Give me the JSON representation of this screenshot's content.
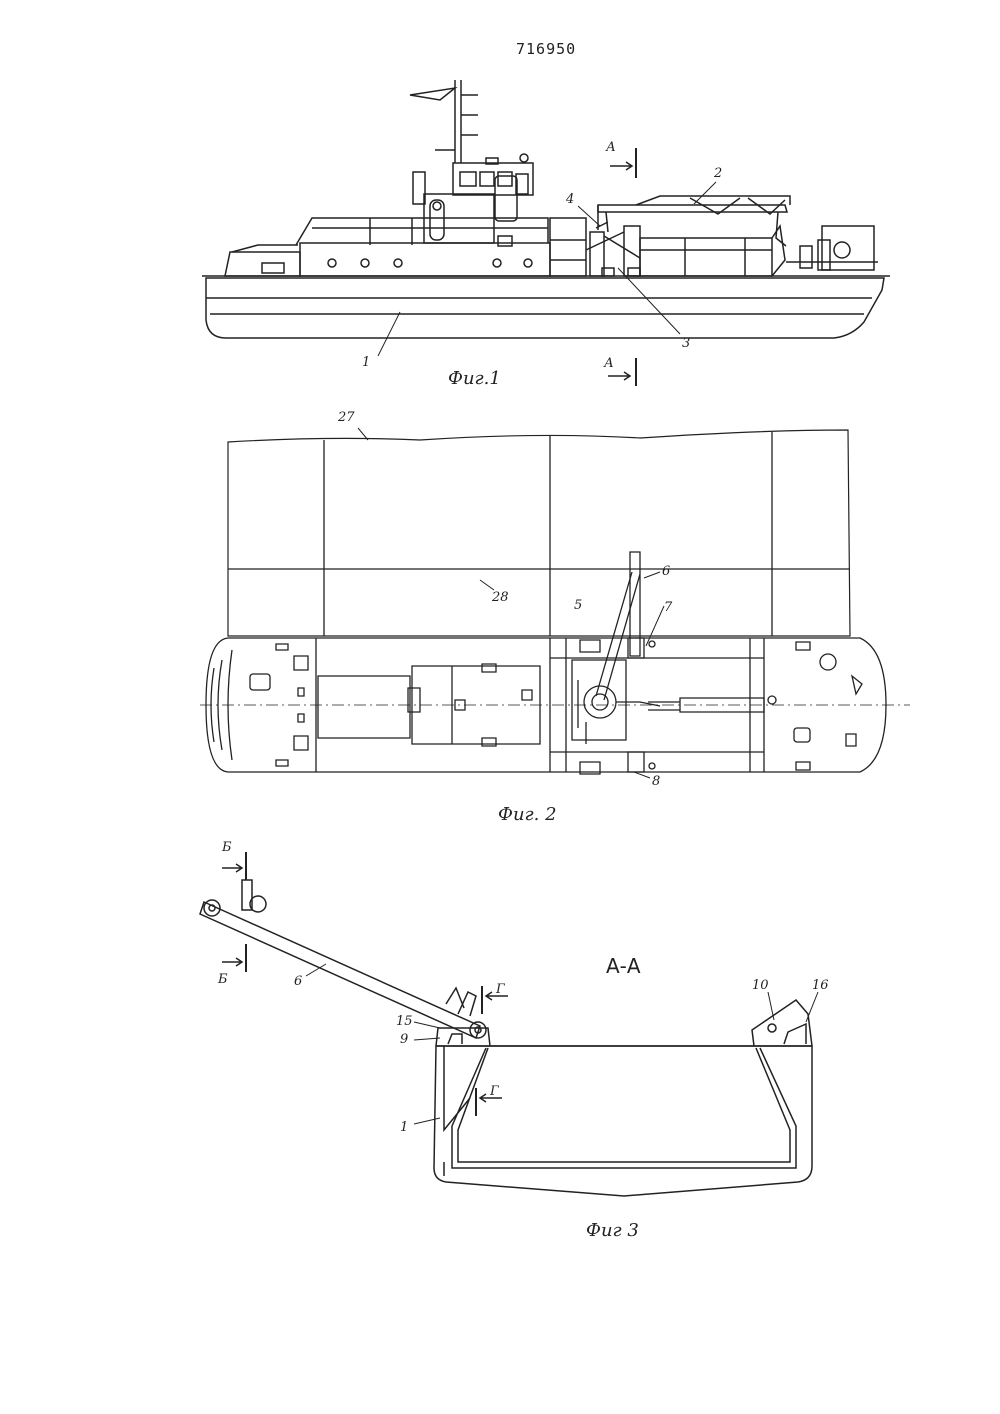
{
  "document": {
    "number": "716950"
  },
  "fig1": {
    "caption": "Фиг.1",
    "section_marks": [
      "А",
      "А"
    ],
    "callouts": {
      "hull": "1",
      "crane": "2",
      "post": "3",
      "arm": "4"
    }
  },
  "fig2": {
    "caption": "Фиг. 2",
    "callouts": {
      "barge": "27",
      "barge_line": "28",
      "bollard": "5",
      "boom": "6",
      "pin_top": "7",
      "pin_bottom": "8"
    }
  },
  "fig3": {
    "caption": "Фиг 3",
    "section_title": "А-А",
    "section_marks": [
      "Б",
      "Б",
      "Г",
      "Г"
    ],
    "callouts": {
      "boom": "6",
      "bracket_left_top": "15",
      "bracket_left": "9",
      "bracket_right": "10",
      "bracket_right_top": "16",
      "hull": "1"
    }
  }
}
